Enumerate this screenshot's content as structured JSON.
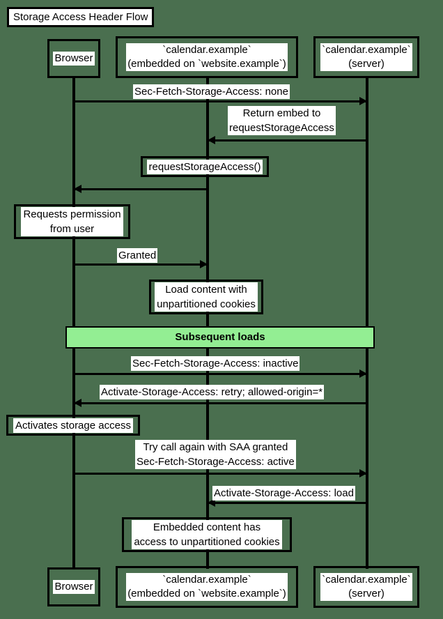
{
  "diagram": {
    "title": "Storage Access Header Flow",
    "type": "sequence-diagram",
    "background_color": "#4a6f4f",
    "line_color": "#000000",
    "box_fill_color": "#ffffff",
    "divider_color": "#93ee93"
  },
  "participants": [
    {
      "id": "browser",
      "label": "Browser"
    },
    {
      "id": "embedded",
      "label": "`calendar.example`\n(embedded on `website.example`)"
    },
    {
      "id": "server",
      "label": "`calendar.example`\n(server)"
    }
  ],
  "messages": [
    {
      "id": "m1",
      "label": "Sec-Fetch-Storage-Access: none",
      "from": "browser",
      "to": "server",
      "direction": "right"
    },
    {
      "id": "m2",
      "label": "Return embed to\nrequestStorageAccess",
      "from": "server",
      "to": "embedded",
      "direction": "left"
    },
    {
      "id": "m3",
      "label": "requestStorageAccess()",
      "from": "embedded",
      "to": "browser",
      "direction": "left",
      "boxed": true
    },
    {
      "id": "m4",
      "label": "Granted",
      "from": "browser",
      "to": "embedded",
      "direction": "right"
    },
    {
      "id": "m5",
      "label": "Sec-Fetch-Storage-Access: inactive",
      "from": "browser",
      "to": "server",
      "direction": "right"
    },
    {
      "id": "m6",
      "label": "Activate-Storage-Access: retry; allowed-origin=*",
      "from": "server",
      "to": "browser",
      "direction": "left"
    },
    {
      "id": "m7",
      "label": "Try call again with SAA granted\nSec-Fetch-Storage-Access: active",
      "from": "browser",
      "to": "server",
      "direction": "right"
    },
    {
      "id": "m8",
      "label": "Activate-Storage-Access: load",
      "from": "server",
      "to": "embedded",
      "direction": "left"
    }
  ],
  "notes": [
    {
      "id": "n1",
      "label": "Requests permission\nfrom user",
      "over": "browser"
    },
    {
      "id": "n2",
      "label": "Load content with\nunpartitioned cookies",
      "over": "embedded"
    },
    {
      "id": "n3",
      "label": "Activates storage access",
      "over": "browser"
    },
    {
      "id": "n4",
      "label": "Embedded content has\naccess to unpartitioned cookies",
      "over": "embedded"
    }
  ],
  "dividers": [
    {
      "id": "d1",
      "label": "Subsequent loads"
    }
  ]
}
